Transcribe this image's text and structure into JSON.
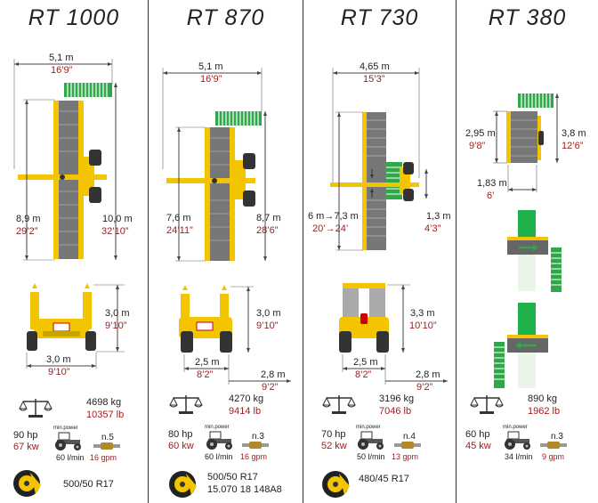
{
  "models": [
    {
      "name": "RT 1000",
      "top_width_m": "5,1 m",
      "top_width_ft": "16’9”",
      "left_len_m": "8,9 m",
      "left_len_ft": "29’2”",
      "right_len_m": "10,0 m",
      "right_len_ft": "32’10”",
      "rear_height_m": "3,0 m",
      "rear_height_ft": "9’10”",
      "rear_width_m": "3,0 m",
      "rear_width_ft": "9’10”",
      "weight_kg": "4698 kg",
      "weight_lb": "10357 lb",
      "power_hp": "90 hp",
      "power_kw": "67 kw",
      "min_power_label": "min.power",
      "outlets": "n.5",
      "flow_lmin": "60 l/min",
      "flow_gpm": "16 gpm",
      "tyre": [
        "500/50 R17"
      ]
    },
    {
      "name": "RT 870",
      "top_width_m": "5,1 m",
      "top_width_ft": "16’9”",
      "left_len_m": "7,6 m",
      "left_len_ft": "24’11”",
      "right_len_m": "8,7 m",
      "right_len_ft": "28’6”",
      "rear_height_m": "3,0 m",
      "rear_height_ft": "9’10”",
      "rear_width_m": "2,5 m",
      "rear_width_ft": "8’2”",
      "rear_width2_m": "2,8 m",
      "rear_width2_ft": "9’2”",
      "weight_kg": "4270 kg",
      "weight_lb": "9414 lb",
      "power_hp": "80 hp",
      "power_kw": "60 kw",
      "min_power_label": "min.power",
      "outlets": "n.3",
      "flow_lmin": "60 l/min",
      "flow_gpm": "16 gpm",
      "tyre": [
        "500/50 R17",
        "15.070 18 148A8"
      ]
    },
    {
      "name": "RT 730",
      "top_width_m": "4,65 m",
      "top_width_ft": "15’3”",
      "left_len_m": "6 m→7,3 m",
      "left_len_ft": "20’→24’",
      "right_len_m": "1,3 m",
      "right_len_ft": "4’3”",
      "rear_height_m": "3,3 m",
      "rear_height_ft": "10’10”",
      "rear_width_m": "2,5 m",
      "rear_width_ft": "8’2”",
      "rear_width2_m": "2,8 m",
      "rear_width2_ft": "9’2”",
      "weight_kg": "3196 kg",
      "weight_lb": "7046 lb",
      "power_hp": "70 hp",
      "power_kw": "52 kw",
      "min_power_label": "min.power",
      "outlets": "n.4",
      "flow_lmin": "50 l/min",
      "flow_gpm": "13 gpm",
      "tyre": [
        "480/45 R17"
      ]
    },
    {
      "name": "RT 380",
      "left_len_m": "2,95 m",
      "left_len_ft": "9’8”",
      "right_len_m": "3,8 m",
      "right_len_ft": "12’6”",
      "top_width_m": "1,83 m",
      "top_width_ft": "6’",
      "weight_kg": "890 kg",
      "weight_lb": "1962 lb",
      "power_hp": "60 hp",
      "power_kw": "45 kw",
      "min_power_label": "min.power",
      "outlets": "n.3",
      "flow_lmin": "34 l/min",
      "flow_gpm": "9 gpm"
    }
  ],
  "colors": {
    "machine_yellow": "#f2c500",
    "frame_gray": "#6d6d6d",
    "swath_green": "#2fa84a",
    "imperial_red": "#9b1c1c",
    "arrow_green": "#1fb24a"
  }
}
